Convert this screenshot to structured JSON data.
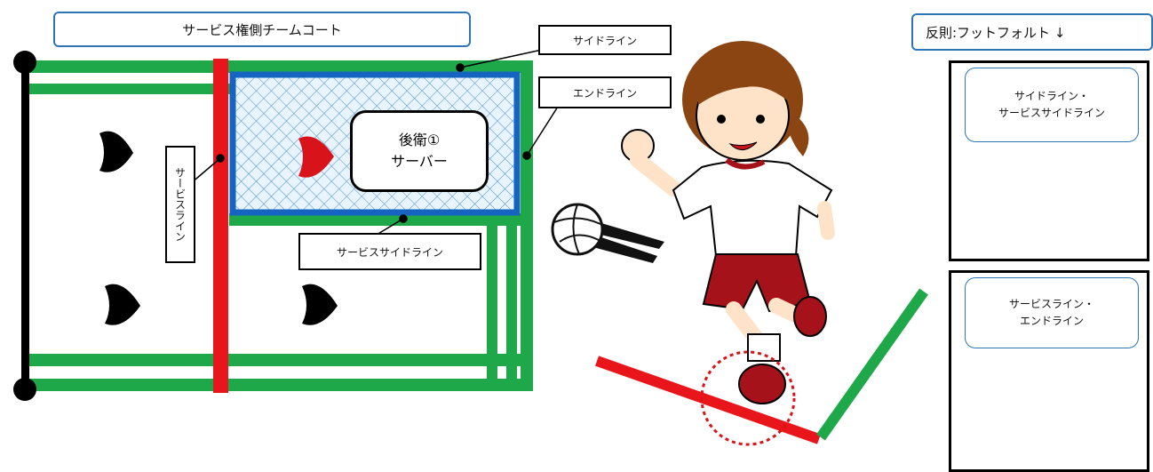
{
  "title": "サービス権側チームコート",
  "foul_title": "反則:フットフォルト ↓",
  "labels": {
    "side_line": "サイドライン",
    "end_line": "エンドライン",
    "service_line": "サービスライン",
    "service_side_line": "サービスサイドライン"
  },
  "server_box": {
    "line1": "後衛①",
    "line2": "サーバー"
  },
  "panels": [
    {
      "line1": "サイドライン・",
      "line2": "サービスサイドライン"
    },
    {
      "line1": "サービスライン・",
      "line2": "エンドライン"
    }
  ],
  "colors": {
    "court_line": "#1fa84a",
    "service_line": "#e8161b",
    "service_area_border": "#1565c0",
    "net": "#000000",
    "title_border": "#2e75b6"
  },
  "icons": [
    "player-marker-icon",
    "server-marker-icon",
    "volleyball-icon",
    "footprint-icon",
    "fault-circle-icon"
  ]
}
